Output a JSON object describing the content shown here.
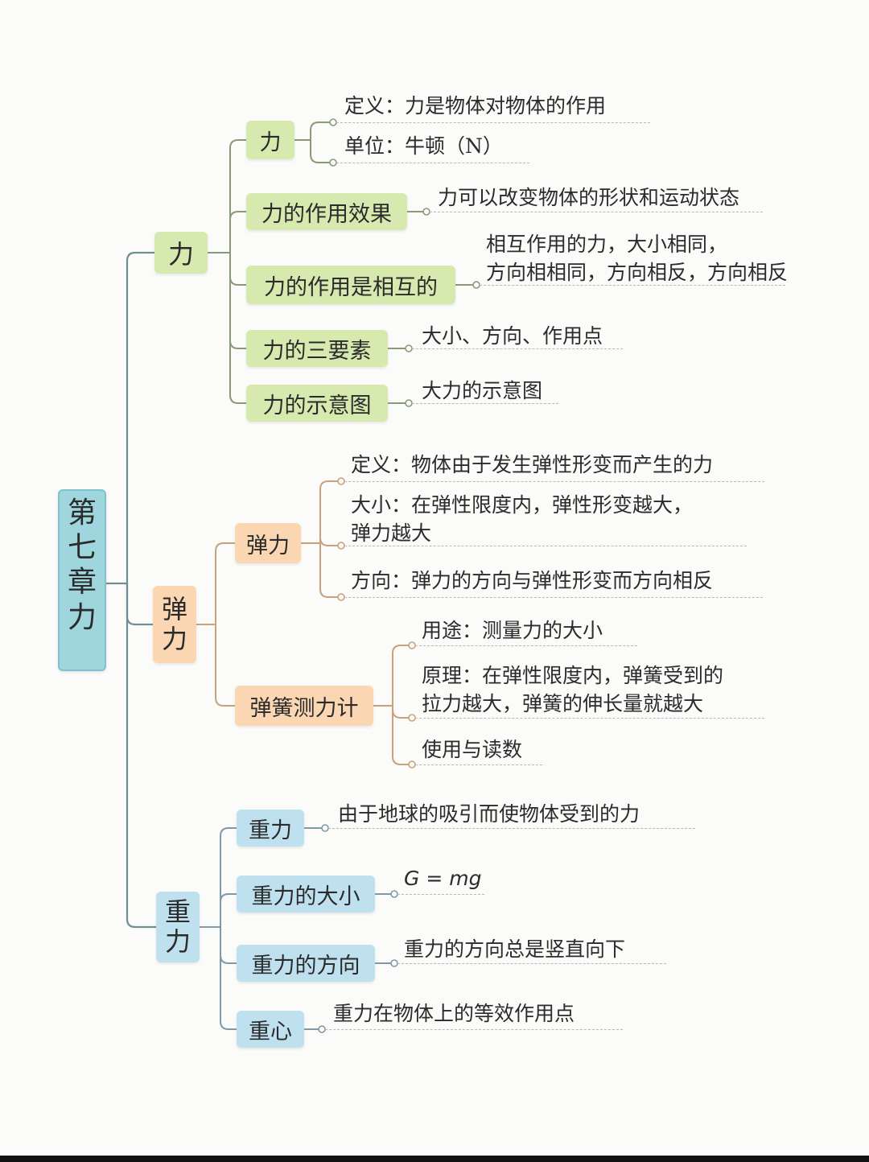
{
  "root": {
    "label": "第七章力"
  },
  "branches": [
    {
      "label": "力",
      "children": [
        {
          "label": "力",
          "leaves": [
            "定义：力是物体对物体的作用",
            "单位：牛顿（N）"
          ]
        },
        {
          "label": "力的作用效果",
          "leaves": [
            "力可以改变物体的形状和运动状态"
          ]
        },
        {
          "label": "力的作用是相互的",
          "leaves": [
            [
              "相互作用的力，大小相同，",
              "方向相相同，方向相反，方向相反"
            ]
          ]
        },
        {
          "label": "力的三要素",
          "leaves": [
            "大小、方向、作用点"
          ]
        },
        {
          "label": "力的示意图",
          "leaves": [
            "大力的示意图"
          ]
        }
      ]
    },
    {
      "label": "弹力",
      "children": [
        {
          "label": "弹力",
          "leaves": [
            "定义：物体由于发生弹性形变而产生的力",
            [
              "大小：在弹性限度内，弹性形变越大，",
              "弹力越大"
            ],
            "方向：弹力的方向与弹性形变而方向相反"
          ]
        },
        {
          "label": "弹簧测力计",
          "leaves": [
            "用途：测量力的大小",
            [
              "原理：在弹性限度内，弹簧受到的",
              "拉力越大，弹簧的伸长量就越大"
            ],
            "使用与读数"
          ]
        }
      ]
    },
    {
      "label": "重力",
      "children": [
        {
          "label": "重力",
          "leaves": [
            "由于地球的吸引而使物体受到的力"
          ]
        },
        {
          "label": "重力的大小",
          "leaves": [
            "G = mg"
          ]
        },
        {
          "label": "重力的方向",
          "leaves": [
            "重力的方向总是竖直向下"
          ]
        },
        {
          "label": "重心",
          "leaves": [
            "重力在物体上的等效作用点"
          ]
        }
      ]
    }
  ],
  "colors": {
    "root": "#9fd6dd",
    "branch_force": "#d6eab0",
    "branch_elastic": "#fbd6b3",
    "branch_gravity": "#bfe0ef",
    "line_force": "#8a9a78",
    "line_elastic": "#c9a27c",
    "line_gravity": "#7f9aa6",
    "trunk": "#6f8f94"
  }
}
